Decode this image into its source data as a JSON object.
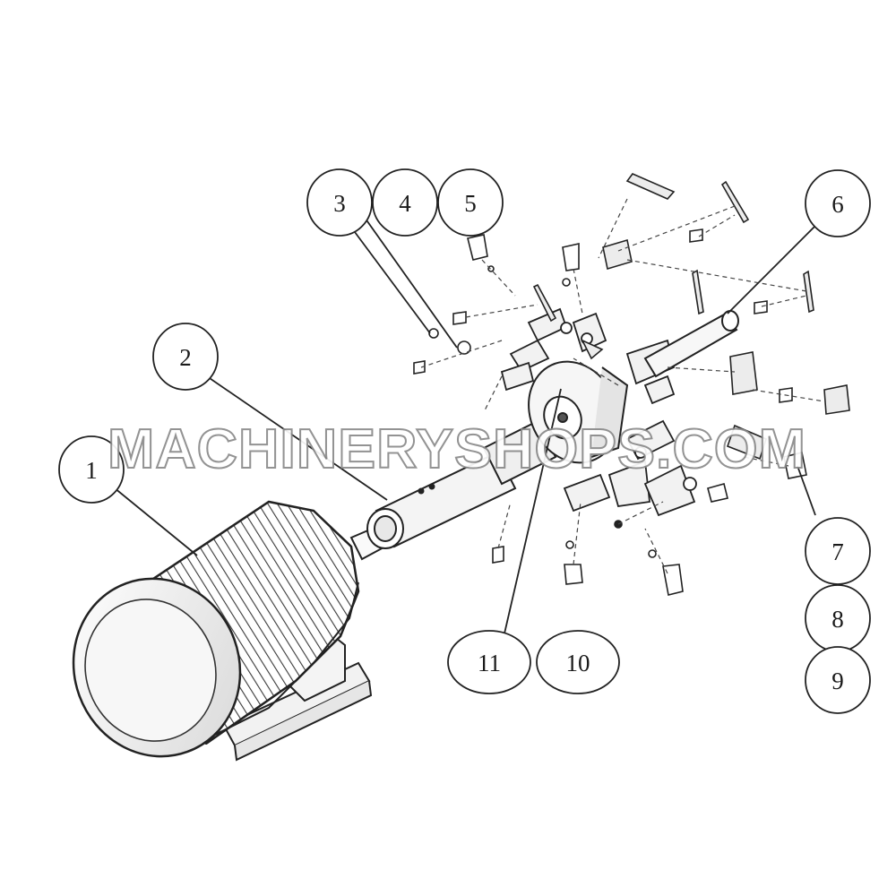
{
  "callouts": {
    "c1": "1",
    "c2": "2",
    "c3": "3",
    "c4": "4",
    "c5": "5",
    "c6": "6",
    "c7": "7",
    "c8": "8",
    "c9": "9",
    "c10": "10",
    "c11": "11"
  },
  "watermark": "MACHINERYSHOPS.COM"
}
